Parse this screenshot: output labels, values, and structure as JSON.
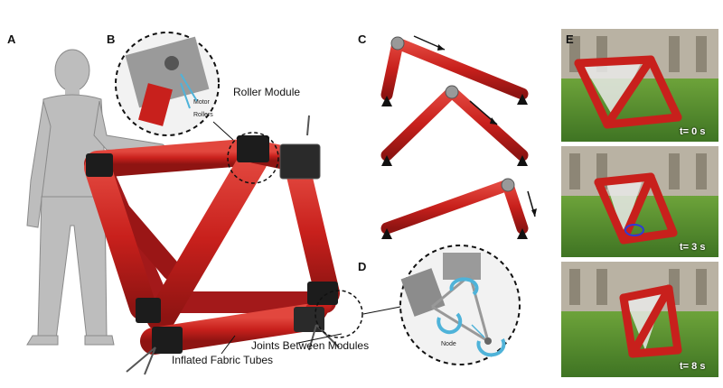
{
  "panels": {
    "a": "A",
    "b": "B",
    "c": "C",
    "d": "D",
    "e": "E"
  },
  "callouts": {
    "roller_module": "Roller Module",
    "motor": "Motor",
    "rollers": "Rollers",
    "inflated_tubes": "Inflated Fabric Tubes",
    "joints": "Joints Between Modules",
    "node": "Node"
  },
  "time_labels": [
    "t= 0 s",
    "t= 3 s",
    "t= 8 s"
  ],
  "colors": {
    "tube_red": "#c8201c",
    "tube_dark": "#8e1412",
    "silhouette": "#bdbdbd",
    "grass": "#4f8a2c",
    "building": "#b9b2a3",
    "arrow_blue": "#4fb3d9"
  }
}
